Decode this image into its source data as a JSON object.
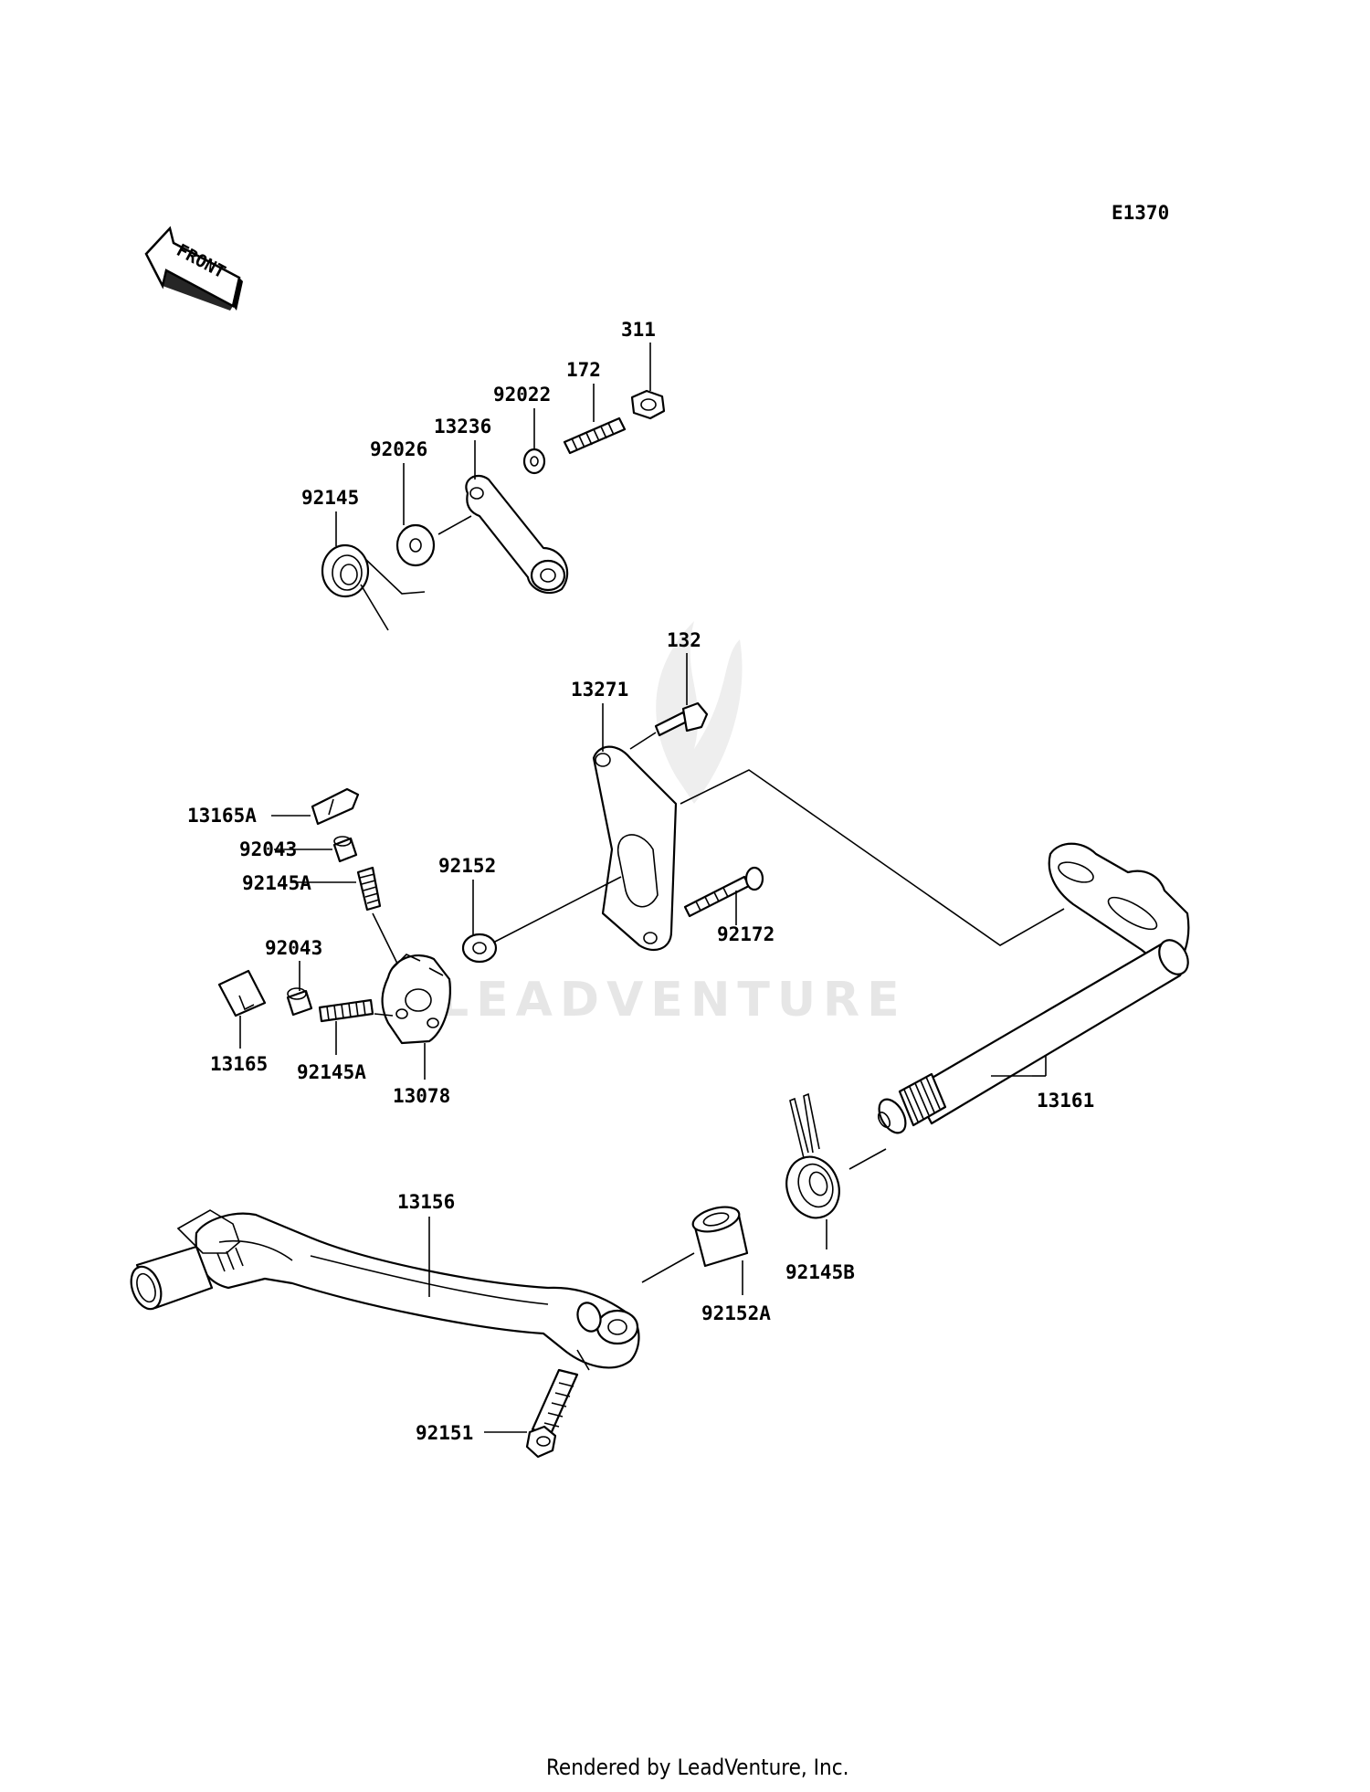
{
  "diagram_code": "E1370",
  "front_arrow_label": "FRONT",
  "watermark": "LEADVENTURE",
  "footer": "Rendered by LeadVenture, Inc.",
  "labels": {
    "p311": "311",
    "p172": "172",
    "p92022": "92022",
    "p13236": "13236",
    "p92026": "92026",
    "p92145": "92145",
    "p132": "132",
    "p13271": "13271",
    "p13165A": "13165A",
    "p92043_top": "92043",
    "p92145A_top": "92145A",
    "p92152": "92152",
    "p92172": "92172",
    "p92043_bottom": "92043",
    "p13165": "13165",
    "p92145A_bottom": "92145A",
    "p13078": "13078",
    "p13161": "13161",
    "p13156": "13156",
    "p92145B": "92145B",
    "p92152A": "92152A",
    "p92151": "92151"
  }
}
